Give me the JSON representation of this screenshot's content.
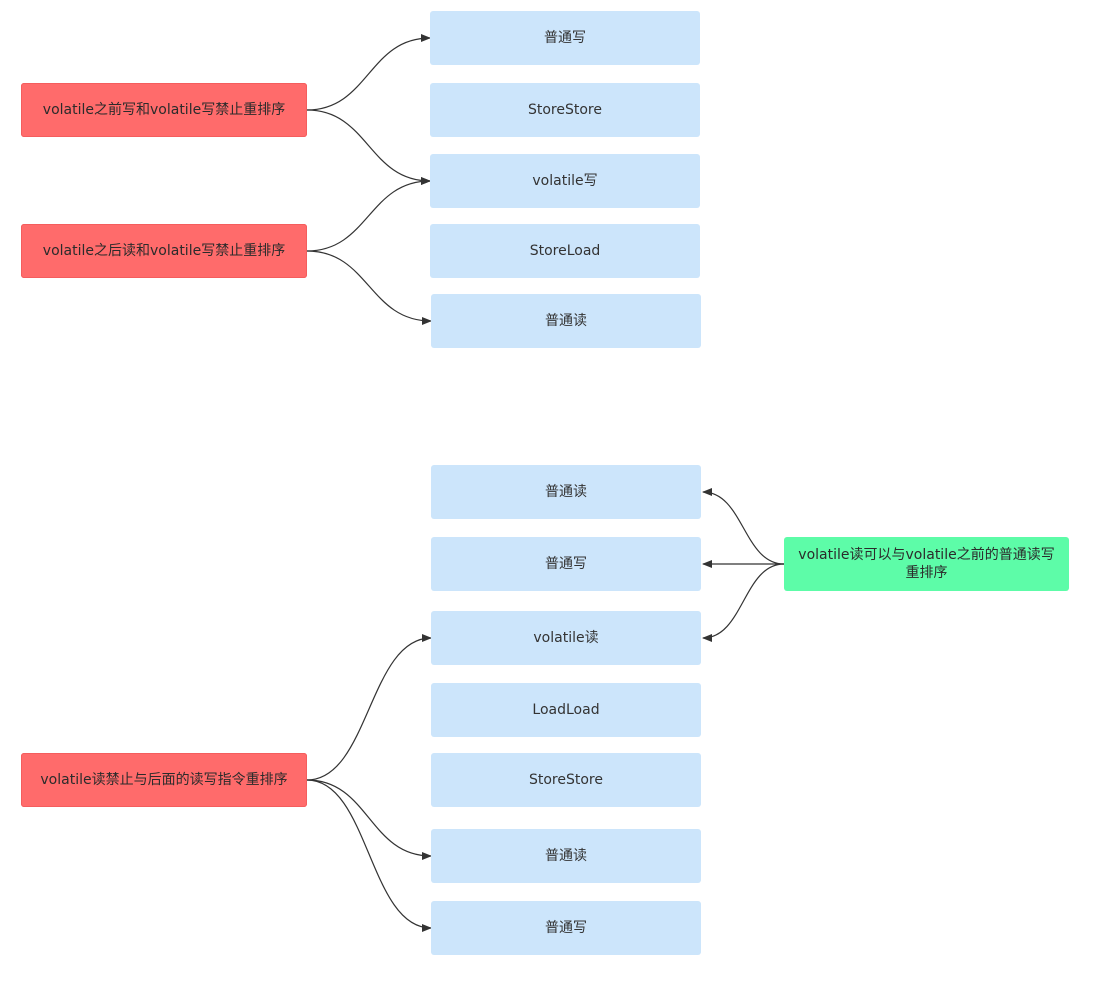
{
  "diagram_top": {
    "nodes": [
      {
        "id": "t1",
        "label": "普通写"
      },
      {
        "id": "t2",
        "label": "StoreStore"
      },
      {
        "id": "t3",
        "label": "volatile写"
      },
      {
        "id": "t4",
        "label": "StoreLoad"
      },
      {
        "id": "t5",
        "label": "普通读"
      }
    ],
    "rules": [
      {
        "id": "r1",
        "label": "volatile之前写和volatile写禁止重排序"
      },
      {
        "id": "r2",
        "label": "volatile之后读和volatile写禁止重排序"
      }
    ]
  },
  "diagram_bottom": {
    "nodes": [
      {
        "id": "b1",
        "label": "普通读"
      },
      {
        "id": "b2",
        "label": "普通写"
      },
      {
        "id": "b3",
        "label": "volatile读"
      },
      {
        "id": "b4",
        "label": "LoadLoad"
      },
      {
        "id": "b5",
        "label": "StoreStore"
      },
      {
        "id": "b6",
        "label": "普通读"
      },
      {
        "id": "b7",
        "label": "普通写"
      }
    ],
    "rules": [
      {
        "id": "r3",
        "label": "volatile读禁止与后面的读写指令重排序"
      },
      {
        "id": "g1",
        "label": "volatile读可以与volatile之前的普通读写重排序"
      }
    ]
  },
  "edges": [
    {
      "from": "r1",
      "to": "t1"
    },
    {
      "from": "r1",
      "to": "t3"
    },
    {
      "from": "r2",
      "to": "t3"
    },
    {
      "from": "r2",
      "to": "t5"
    },
    {
      "from": "r3",
      "to": "b3"
    },
    {
      "from": "r3",
      "to": "b6"
    },
    {
      "from": "r3",
      "to": "b7"
    },
    {
      "from": "g1",
      "to": "b1"
    },
    {
      "from": "g1",
      "to": "b2"
    },
    {
      "from": "g1",
      "to": "b3"
    }
  ],
  "colors": {
    "node_fill": "#cce5fb",
    "rule_fill": "#ff6b6b",
    "note_fill": "#5dfca8",
    "edge": "#333333"
  }
}
